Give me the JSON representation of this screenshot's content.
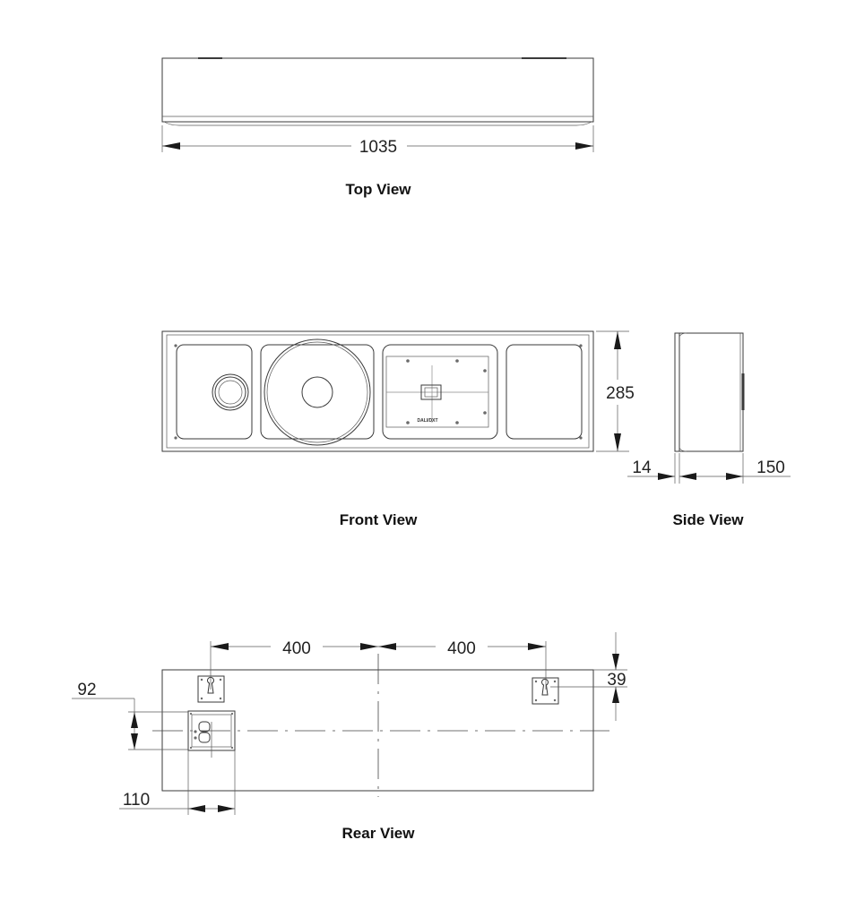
{
  "views": {
    "top": {
      "caption": "Top View",
      "width_dim": "1035"
    },
    "front": {
      "caption": "Front View",
      "height_dim": "285",
      "badge": "DALI/DXT"
    },
    "side": {
      "caption": "Side View",
      "baffle_dim": "14",
      "depth_dim": "150"
    },
    "rear": {
      "caption": "Rear View",
      "left_spacing_dim": "400",
      "right_spacing_dim": "400",
      "bracket_offset_dim": "39",
      "terminal_height_dim": "92",
      "terminal_offset_dim": "110"
    }
  },
  "colors": {
    "line": "#3a3a3a",
    "text": "#222222",
    "background": "#ffffff"
  }
}
